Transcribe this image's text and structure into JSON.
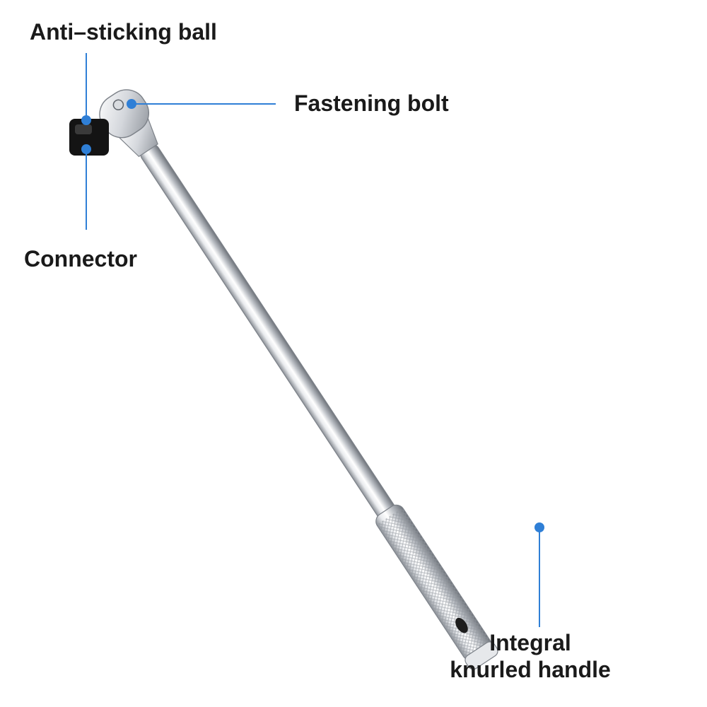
{
  "labels": {
    "anti_sticking_ball": "Anti–sticking ball",
    "fastening_bolt": "Fastening bolt",
    "connector": "Connector",
    "handle_line1": "Integral",
    "handle_line2": "knurled handle"
  },
  "colors": {
    "callout": "#2f7fd6",
    "chrome_light": "#f4f5f7",
    "chrome_mid": "#c9ccd1",
    "chrome_dark": "#7b8087",
    "drive": "#121212",
    "text": "#1a1a1a"
  }
}
